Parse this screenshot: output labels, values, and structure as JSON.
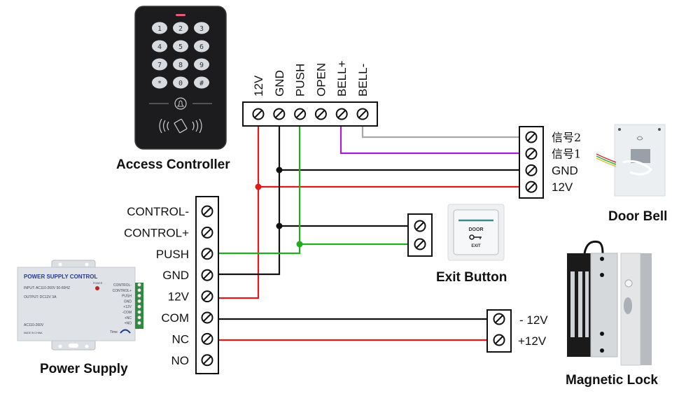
{
  "access_controller": {
    "title": "Access Controller",
    "keypad_keys": [
      "1",
      "2",
      "3",
      "4",
      "5",
      "6",
      "7",
      "8",
      "9",
      "*",
      "0",
      "#"
    ],
    "terminals": [
      "12V",
      "GND",
      "PUSH",
      "OPEN",
      "BELL+",
      "BELL-"
    ]
  },
  "power_supply": {
    "title": "Power Supply",
    "device_label": "POWER SUPPLY CONTROL",
    "input_text": "INPUT: AC110-260V 50-60HZ",
    "output_text": "OUTPUT: DC12V  3A",
    "ac_text": "AC110-260V",
    "made_text": "MADE IN CHINA",
    "power_led_label": "POWER",
    "time_label": "Time",
    "terminals": [
      "CONTROL-",
      "CONTROL+",
      "PUSH",
      "GND",
      "12V",
      "COM",
      "NC",
      "NO"
    ],
    "device_terminals": [
      "CONTROL-",
      "CONTROL+",
      "PUSH",
      "GND",
      "+12V",
      "-COM",
      "+NC",
      "+NO"
    ]
  },
  "door_bell": {
    "title": "Door Bell",
    "terminals": [
      "信号2",
      "信号1",
      "GND",
      "12V"
    ]
  },
  "exit_button": {
    "title": "Exit Button",
    "face_top": "DOOR",
    "face_bottom": "EXIT"
  },
  "magnetic_lock": {
    "title": "Magnetic Lock",
    "terminals": [
      "- 12V",
      "+12V"
    ]
  },
  "wire_colors": {
    "power": "#e01818",
    "ground": "#111111",
    "push": "#1eae1e",
    "bell_plus": "#a020d0",
    "bell_minus": "#a8a8a8"
  }
}
